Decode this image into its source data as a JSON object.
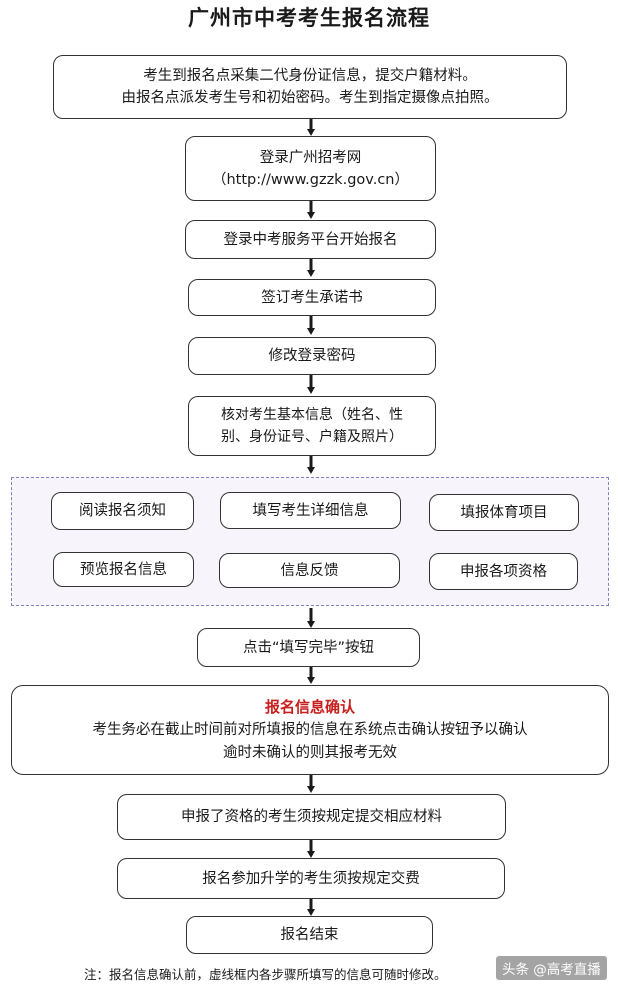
{
  "title": "广州市中考考生报名流程",
  "steps": {
    "collect": [
      "考生到报名点采集二代身份证信息，提交户籍材料。",
      "由报名点派发考生号和初始密码。考生到指定摄像点拍照。"
    ],
    "login_site": [
      "登录广州招考网",
      "（http://www.gzzk.gov.cn）"
    ],
    "start_register": "登录中考服务平台开始报名",
    "sign_pledge": "签订考生承诺书",
    "change_password": "修改登录密码",
    "verify_info": [
      "核对考生基本信息（姓名、性",
      "别、身份证号、户籍及照片）"
    ],
    "read_notice": "阅读报名须知",
    "fill_details": "填写考生详细信息",
    "fill_sports": "填报体育项目",
    "preview_info": "预览报名信息",
    "feedback": "信息反馈",
    "apply_qualification": "申报各项资格",
    "click_done": "点击“填写完毕”按钮",
    "confirm": {
      "heading": "报名信息确认",
      "lines": [
        "考生务必在截止时间前对所填报的信息在系统点击确认按钮予以确认",
        "逾时未确认的则其报考无效"
      ]
    },
    "submit_materials": "申报了资格的考生须按规定提交相应材料",
    "pay_fee": "报名参加升学的考生须按规定交费",
    "end": "报名结束"
  },
  "note": "注：报名信息确认前，虚线框内各步骤所填写的信息可随时修改。",
  "watermark": "头条 @高考直播",
  "colors": {
    "accent_red": "#c8201f",
    "dashed_border": "#7a86c0",
    "dashed_fill": "#f8f4fb"
  }
}
